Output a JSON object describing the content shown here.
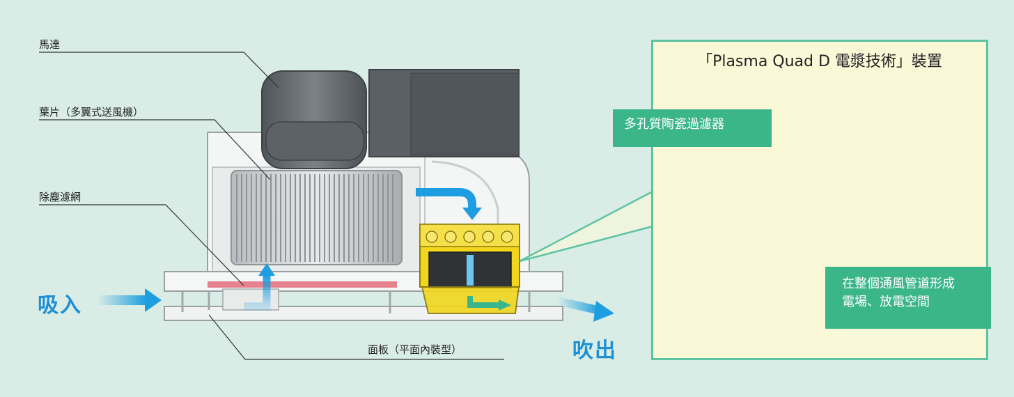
{
  "labels": {
    "motor": "馬達",
    "fan_blade": "葉片（多翼式送風機）",
    "dust_filter": "除塵濾網",
    "panel": "面板（平面內裝型）"
  },
  "flow": {
    "intake": "吸入",
    "outlet": "吹出"
  },
  "device_panel": {
    "title": "「Plasma Quad D 電漿技術」裝置",
    "filter_tag": "多孔質陶瓷過濾器",
    "field_tag_line1": "在整個通風管道形成",
    "field_tag_line2": "電場、放電空間"
  },
  "colors": {
    "background": "#d9ede6",
    "panel_fill": "#fbf8d8",
    "panel_border": "#5dc3a0",
    "tag_fill": "#3bb58a",
    "flow_arrow": "#1e9ee0",
    "flow_text": "#1e8fd2",
    "plasma_unit": "#f2d61c",
    "filter_strip": "#e05a6a"
  }
}
